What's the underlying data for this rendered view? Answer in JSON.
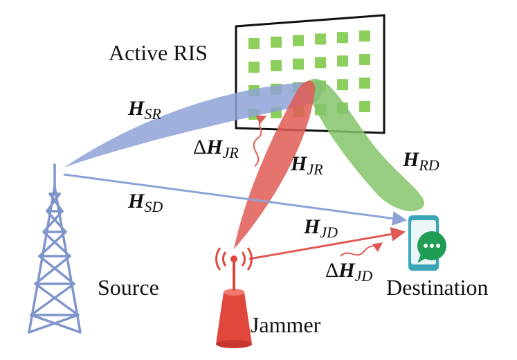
{
  "labels": {
    "ris": "Active RIS",
    "source": "Source",
    "jammer": "Jammer",
    "destination": "Destination"
  },
  "channels": {
    "sr": {
      "delta": "",
      "base": "H",
      "sub": "SR"
    },
    "sd": {
      "delta": "",
      "base": "H",
      "sub": "SD"
    },
    "jr": {
      "delta": "",
      "base": "H",
      "sub": "JR"
    },
    "rd": {
      "delta": "",
      "base": "H",
      "sub": "RD"
    },
    "jd": {
      "delta": "",
      "base": "H",
      "sub": "JD"
    },
    "djr": {
      "delta": "Δ",
      "base": "H",
      "sub": "JR"
    },
    "djd": {
      "delta": "Δ",
      "base": "H",
      "sub": "JD"
    }
  },
  "colors": {
    "source_beam": "#8ea2d6",
    "jammer_beam": "#e05a55",
    "ris_beam": "#84c46a",
    "ris_element": "#8ccf5c",
    "tower": "#7f95cc",
    "jammer_body": "#e0463c",
    "phone": "#3aa6b9"
  },
  "icons": {
    "source": "cell-tower-icon",
    "jammer": "jammer-antenna-icon",
    "destination": "smartphone-chat-icon"
  }
}
